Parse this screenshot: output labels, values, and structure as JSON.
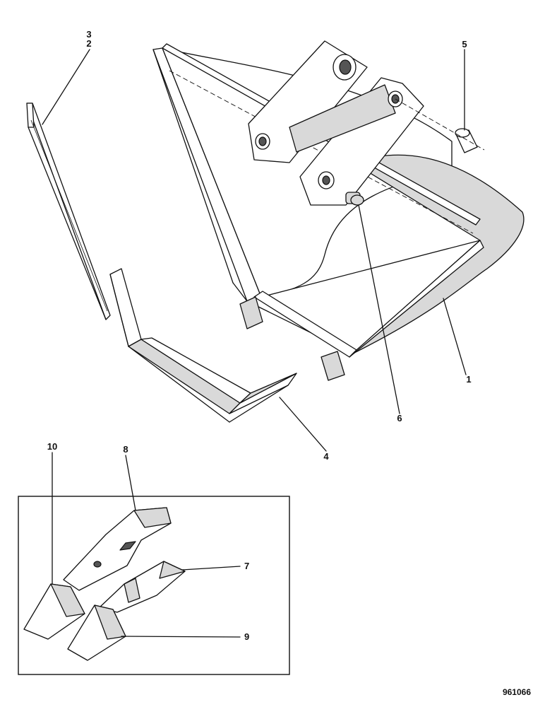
{
  "diagram": {
    "callouts": [
      {
        "id": "c1",
        "label": "1"
      },
      {
        "id": "c23",
        "label": "3\n2"
      },
      {
        "id": "c4",
        "label": "4"
      },
      {
        "id": "c5",
        "label": "5"
      },
      {
        "id": "c6",
        "label": "6"
      },
      {
        "id": "c7",
        "label": "7"
      },
      {
        "id": "c8",
        "label": "8"
      },
      {
        "id": "c9",
        "label": "9"
      },
      {
        "id": "c10",
        "label": "10"
      }
    ],
    "labels": {
      "l1": "1",
      "l2": "2",
      "l3": "3",
      "l4": "4",
      "l5": "5",
      "l6": "6",
      "l7": "7",
      "l8": "8",
      "l9": "9",
      "l10": "10"
    },
    "reference_number": "961066"
  }
}
